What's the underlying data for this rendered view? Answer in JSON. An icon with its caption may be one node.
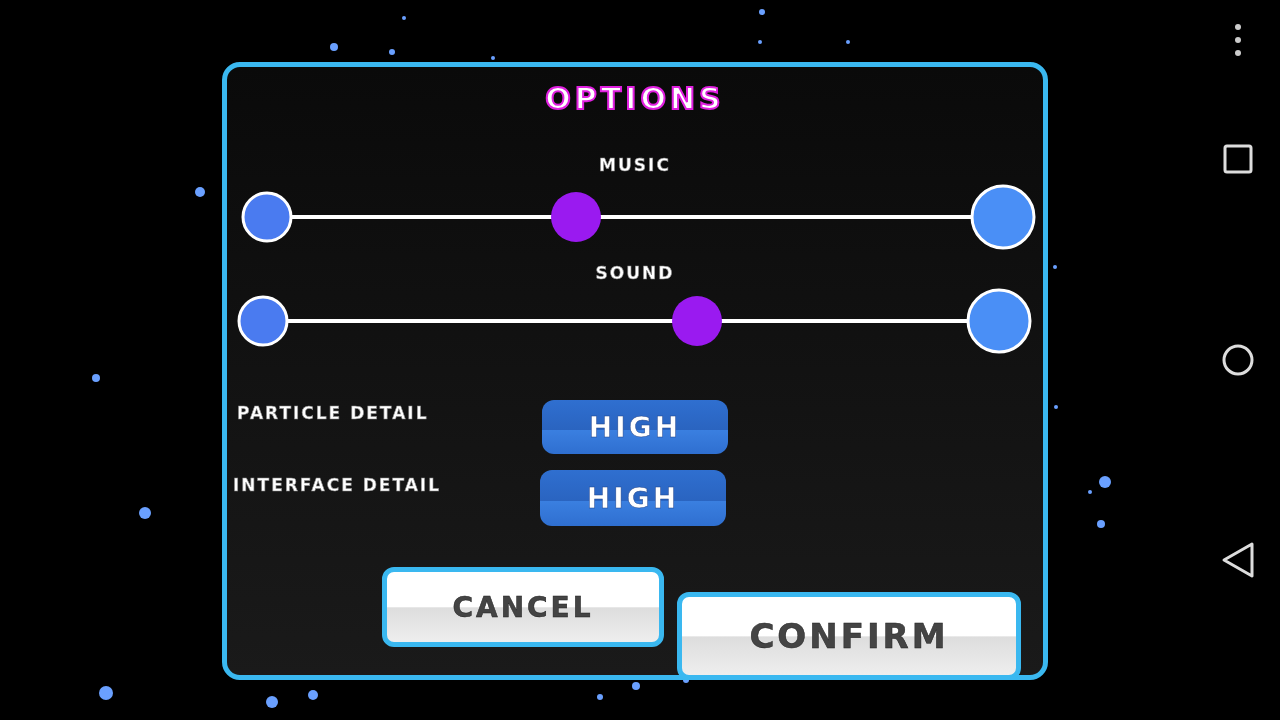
{
  "diagram": {
    "nodes": [
      {
        "text": [
          "OPTIONS"
        ]
      },
      {
        "text": [
          "HIGH"
        ],
        "in": 0
      },
      {
        "text": [
          "HIGH"
        ],
        "in": 0
      },
      {
        "text": [
          "CANCEL"
        ],
        "in": 0
      },
      {
        "text": [
          "CONFIRM"
        ],
        "in": 0
      }
    ],
    "labels": [
      "MUSIC",
      "SOUND",
      "PARTICLE DETAIL",
      "INTERFACE DETAIL"
    ]
  }
}
